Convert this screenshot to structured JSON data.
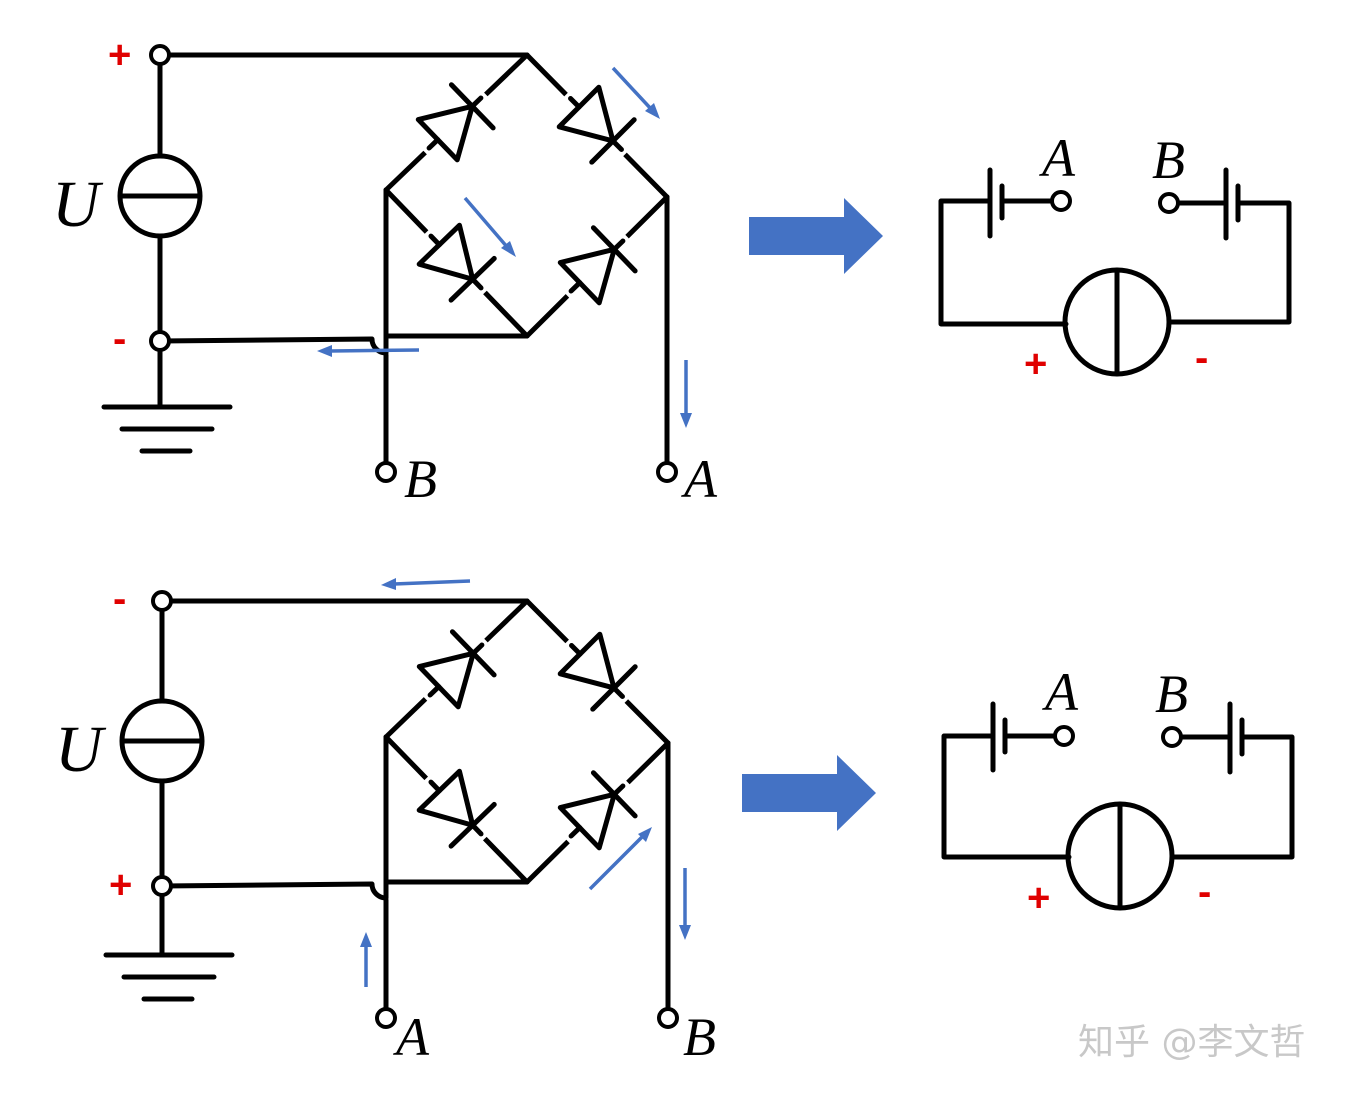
{
  "colors": {
    "wire": "#000000",
    "polarity": "#e00000",
    "current_arrow": "#4472c4",
    "transform_arrow": "#4472c4",
    "watermark": "#c8c8c8"
  },
  "top": {
    "source_label": "U",
    "plus_sign": "+",
    "minus_sign": "-",
    "terminal_left": "B",
    "terminal_right": "A",
    "equiv": {
      "left_label": "A",
      "right_label": "B",
      "plus_sign": "+",
      "minus_sign": "-"
    }
  },
  "bottom": {
    "source_label": "U",
    "plus_sign": "+",
    "minus_sign": "-",
    "terminal_left": "A",
    "terminal_right": "B",
    "equiv": {
      "left_label": "A",
      "right_label": "B",
      "plus_sign": "+",
      "minus_sign": "-"
    }
  },
  "icons": {
    "source": "current-source-icon",
    "ground": "ground-icon",
    "diode": "diode-icon",
    "battery": "battery-icon",
    "arrow": "right-arrow-icon"
  },
  "watermark": "知乎 @李文哲"
}
